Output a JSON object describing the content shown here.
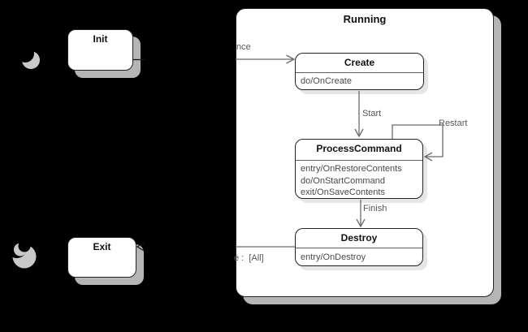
{
  "running": {
    "title": "Running"
  },
  "states": {
    "init": {
      "title": "Init"
    },
    "exit": {
      "title": "Exit"
    },
    "create": {
      "title": "Create",
      "actions": [
        "do/OnCreate"
      ]
    },
    "process": {
      "title": "ProcessCommand",
      "actions": [
        "entry/OnRestoreContents",
        "do/OnStartCommand",
        "exit/OnSaveContents"
      ]
    },
    "destroy": {
      "title": "Destroy",
      "actions": [
        "entry/OnDestroy"
      ]
    }
  },
  "transition_labels": {
    "into_create_partial": "nce",
    "start": "Start",
    "restart": "Restart",
    "finish": "Finish",
    "destroy_to_exit_partial": "e :  [All]"
  },
  "icons": {
    "top_left": "moon-crescent-icon",
    "bottom_left": "moon-crescent-icon"
  },
  "colors": {
    "background": "#000000",
    "state_fill": "#ffffff",
    "state_border": "#222222",
    "drop_shadow": "#b5b5b5",
    "inner_drop_shadow": "#e6e6e6",
    "connector": "#6b6b6b",
    "label_text": "#585858",
    "action_text": "#4a4a4a",
    "crescent": "#c9c9c9"
  }
}
